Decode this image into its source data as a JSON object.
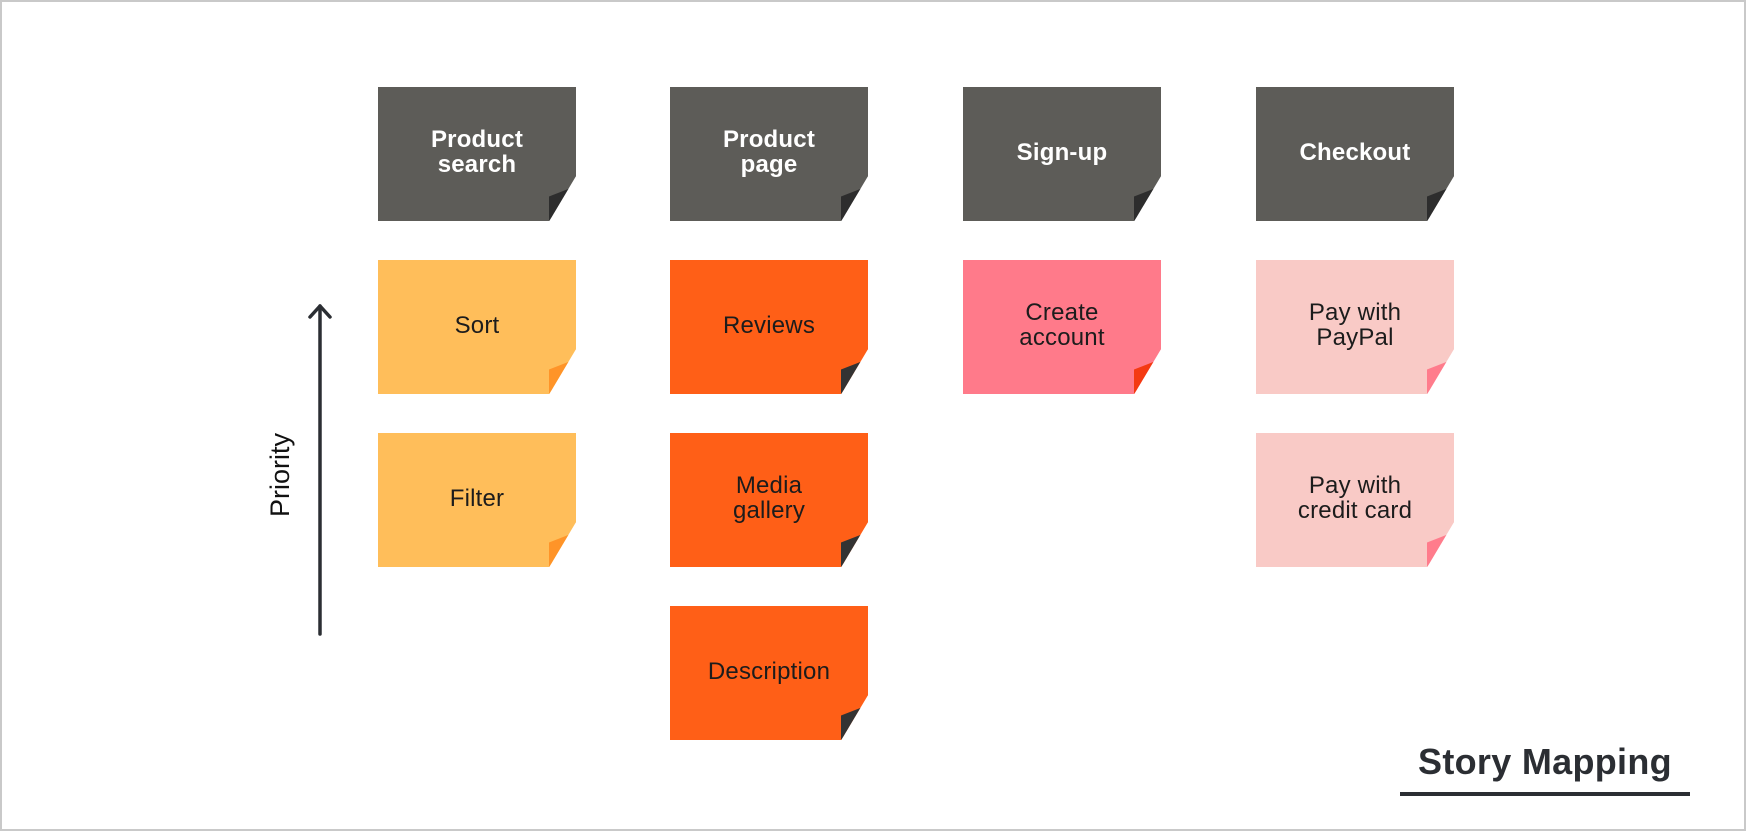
{
  "title": "Story Mapping",
  "axis_label": "Priority",
  "colors": {
    "header": "#5d5c58",
    "product_search": "#ffbe5a",
    "product_page": "#ff5f17",
    "signup": "#ff7a8a",
    "checkout": "#f9cac6",
    "arrow": "#2b2e33"
  },
  "columns": [
    {
      "header": "Product search",
      "stories": [
        "Sort",
        "Filter"
      ]
    },
    {
      "header": "Product page",
      "stories": [
        "Reviews",
        "Media gallery",
        "Description"
      ]
    },
    {
      "header": "Sign-up",
      "stories": [
        "Create account"
      ]
    },
    {
      "header": "Checkout",
      "stories": [
        "Pay with PayPal",
        "Pay with credit card"
      ]
    }
  ]
}
